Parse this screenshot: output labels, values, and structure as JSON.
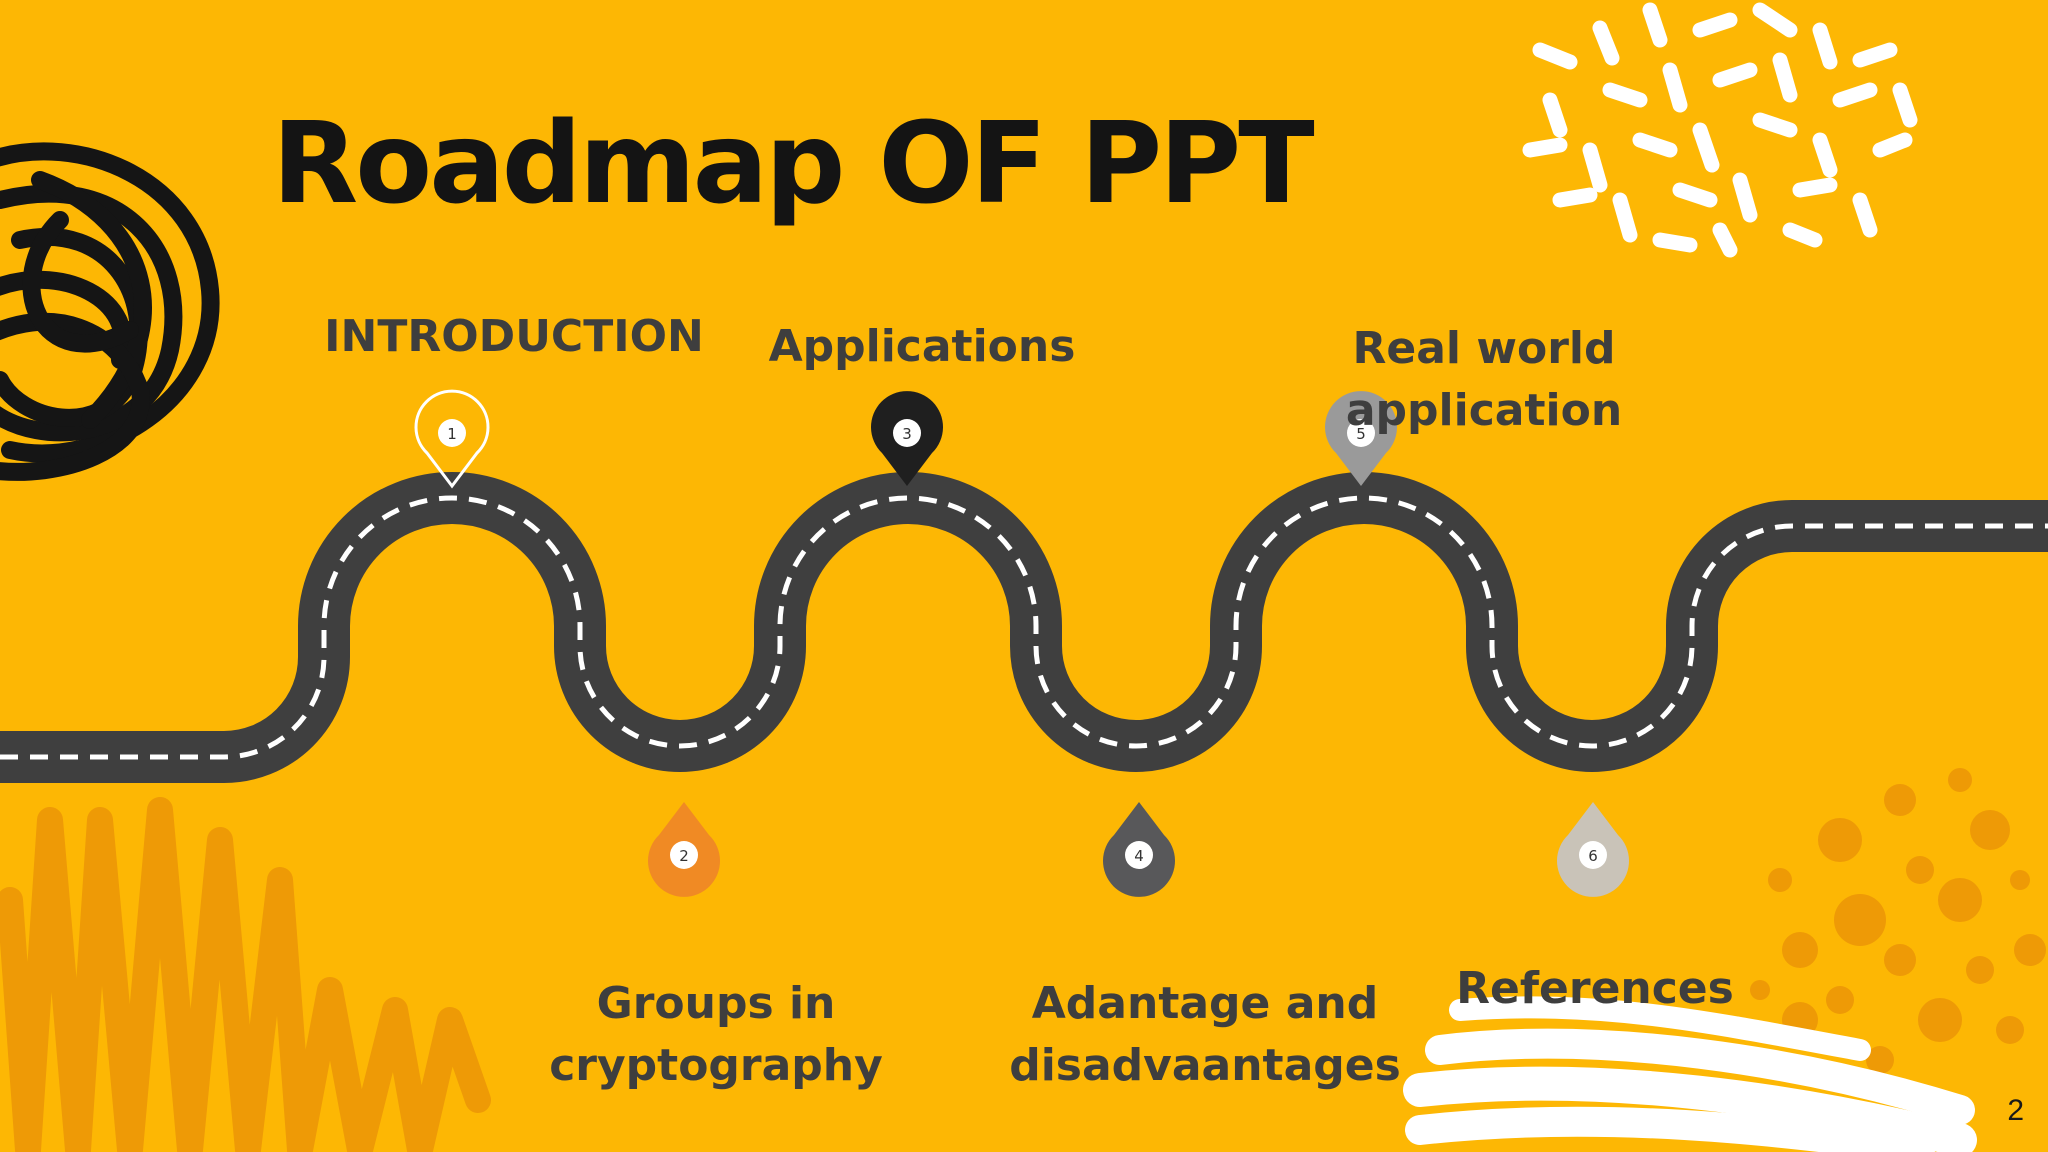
{
  "slide": {
    "title": "Roadmap OF PPT",
    "number": "2",
    "colors": {
      "background": "#FDB704",
      "road": "#3F3F3F",
      "road_dash": "#FFFFFF",
      "title": "#141414",
      "label": "#3E3E3E"
    },
    "steps": [
      {
        "num": "1",
        "label": "INTRODUCTION",
        "pin_color": "#FFFFFF",
        "pin_style": "outline"
      },
      {
        "num": "2",
        "label": "Groups in\ncryptography",
        "pin_color": "#F08A24",
        "pin_style": "filled"
      },
      {
        "num": "3",
        "label": "Applications",
        "pin_color": "#1F1F1F",
        "pin_style": "filled"
      },
      {
        "num": "4",
        "label": "Adantage and\ndisadvaantages",
        "pin_color": "#58585A",
        "pin_style": "filled"
      },
      {
        "num": "5",
        "label": "Real world\napplication",
        "pin_color": "#9A9A9A",
        "pin_style": "filled"
      },
      {
        "num": "6",
        "label": "References",
        "pin_color": "#C9C3B8",
        "pin_style": "filled"
      }
    ]
  }
}
